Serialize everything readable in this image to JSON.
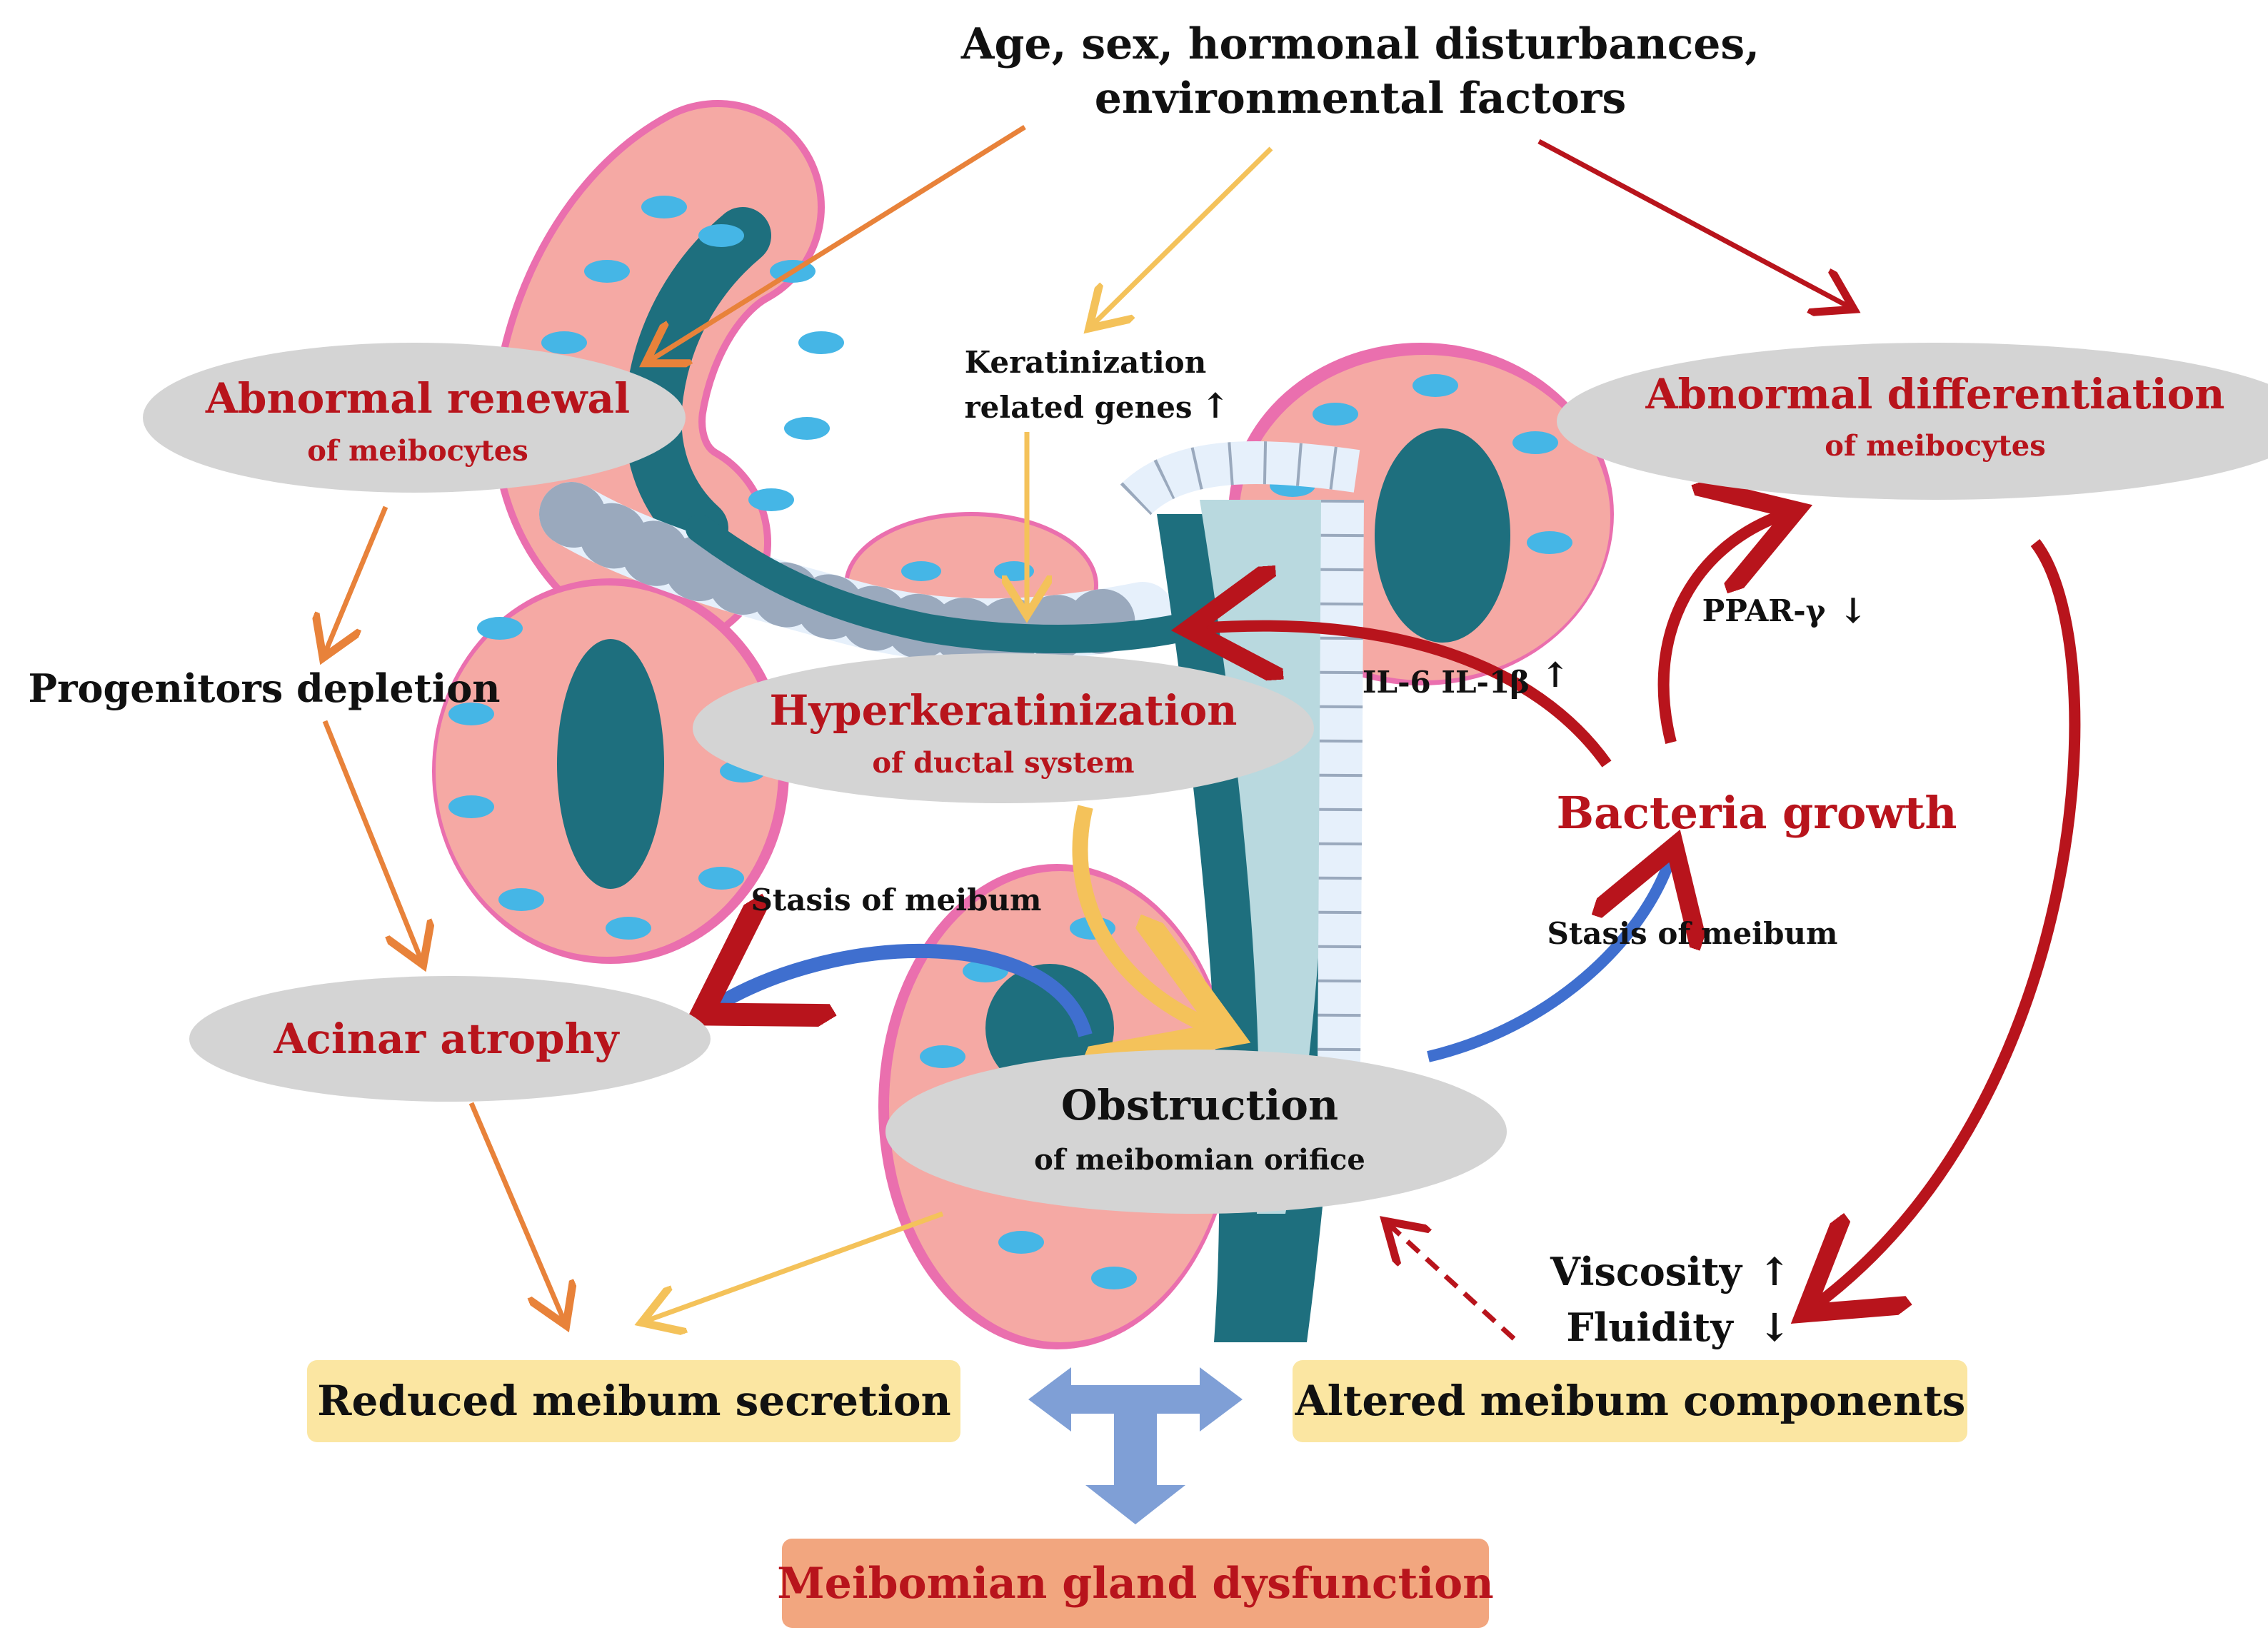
{
  "title_lines": [
    "Age, sex, hormonal disturbances,",
    "environmental factors"
  ],
  "nodes": {
    "abnormal_renewal": {
      "main": "Abnormal renewal",
      "sub": "of meibocytes"
    },
    "abnormal_differentiation": {
      "main": "Abnormal differentiation",
      "sub": "of meibocytes"
    },
    "hyperkeratinization": {
      "main": "Hyperkeratinization",
      "sub": "of ductal system"
    },
    "acinar_atrophy": {
      "main": "Acinar atrophy"
    },
    "obstruction": {
      "main": "Obstruction",
      "sub": "of meibomian orifice"
    },
    "bacteria_growth": {
      "main": "Bacteria growth"
    }
  },
  "labels": {
    "keratinization_line1": "Keratinization",
    "keratinization_line2": "related genes",
    "progenitors": "Progenitors depletion",
    "ppar": "PPAR-γ",
    "il": "IL-6 IL-1β",
    "stasis_left": "Stasis of meibum",
    "stasis_right": "Stasis of meibum",
    "viscosity": "Viscosity",
    "fluidity": "Fluidity"
  },
  "outcomes": {
    "reduced": "Reduced meibum secretion",
    "altered": "Altered meibum components",
    "mgd": "Meibomian gland dysfunction"
  },
  "colors": {
    "dark_red": "#b8141c",
    "orange": "#e8823a",
    "yellow": "#f4c25a",
    "blue": "#3f6fcf",
    "teal": "#1e6f7e",
    "acinar_pink": "#f5a9a4",
    "ellipse_gray": "#d4d4d4",
    "outcome_yellow": "#fbe6a2",
    "outcome_orange": "#f2a67f"
  }
}
